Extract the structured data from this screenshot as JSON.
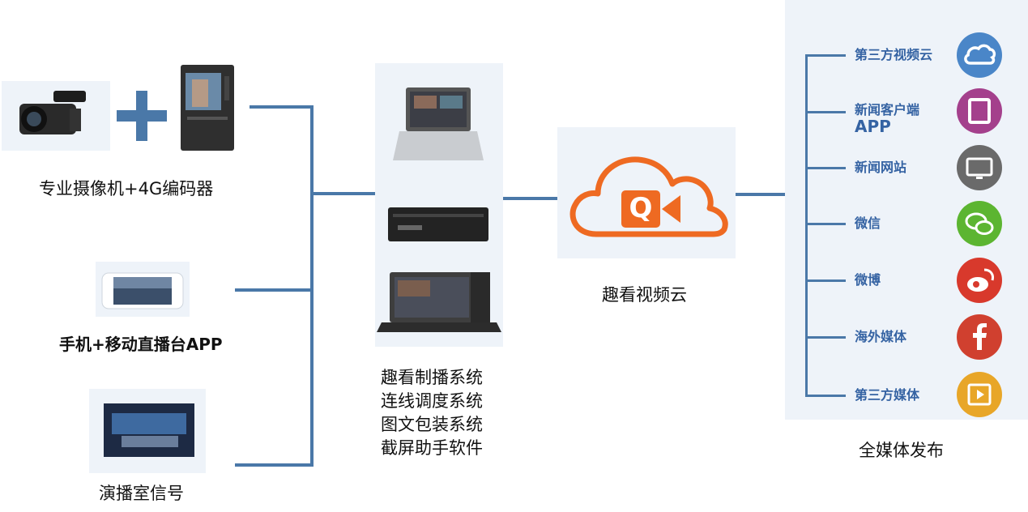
{
  "sources": {
    "camera_label": "专业摄像机+4G编码器",
    "phone_label": "手机+移动直播台APP",
    "studio_label": "演播室信号"
  },
  "production": {
    "systems": [
      "趣看制播系统",
      "连线调度系统",
      "图文包装系统",
      "截屏助手软件"
    ]
  },
  "cloud": {
    "label": "趣看视频云",
    "logo_letter": "Q",
    "brand_color": "#ee6a22"
  },
  "distribution": {
    "label": "全媒体发布",
    "items": [
      {
        "label": "第三方视频云",
        "icon": "cloud-icon",
        "color": "#4a86c8"
      },
      {
        "label": "新闻客户端",
        "sub": "APP",
        "icon": "tablet-icon",
        "color": "#a4408c"
      },
      {
        "label": "新闻网站",
        "icon": "monitor-icon",
        "color": "#6a6a6a"
      },
      {
        "label": "微信",
        "icon": "wechat-icon",
        "color": "#5cb531"
      },
      {
        "label": "微博",
        "icon": "weibo-icon",
        "color": "#d8392c"
      },
      {
        "label": "海外媒体",
        "icon": "facebook-icon",
        "color": "#d0402f"
      },
      {
        "label": "第三方媒体",
        "icon": "film-icon",
        "color": "#e8a628"
      }
    ]
  },
  "colors": {
    "connector": "#4a78a8",
    "panel_bg": "#eef3f9",
    "plus": "#4a78a8"
  }
}
